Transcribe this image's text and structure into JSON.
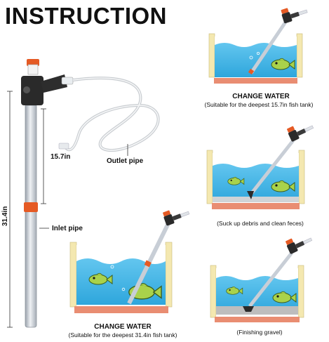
{
  "title": "INSTRUCTION",
  "labels": {
    "length_short": "15.7in",
    "length_long": "31.4in",
    "outlet_pipe": "Outlet pipe",
    "inlet_pipe": "Inlet pipe"
  },
  "steps": [
    {
      "title": "CHANGE WATER",
      "caption": "(Suitable for the deepest 15.7in fish tank)"
    },
    {
      "title": "",
      "caption": "(Suck up debris and clean feces)"
    },
    {
      "title": "",
      "caption": "(Finishing  gravel)"
    },
    {
      "title": "CHANGE WATER",
      "caption": "(Suitable for the deepest 31.4in fish tank)"
    }
  ],
  "colors": {
    "water": "#3db3e6",
    "water_light": "#8fd6f4",
    "tank_frame": "#f4e8b0",
    "tank_base": "#e98d72",
    "tube": "#c8ced6",
    "accent_orange": "#e55a24",
    "dark_part": "#2a2a2a",
    "fish": "#a9d24b",
    "gravel": "#bdbdbd"
  },
  "icons": [
    "siphon-pump-icon",
    "fish-icon",
    "tank-icon",
    "hose-icon"
  ]
}
